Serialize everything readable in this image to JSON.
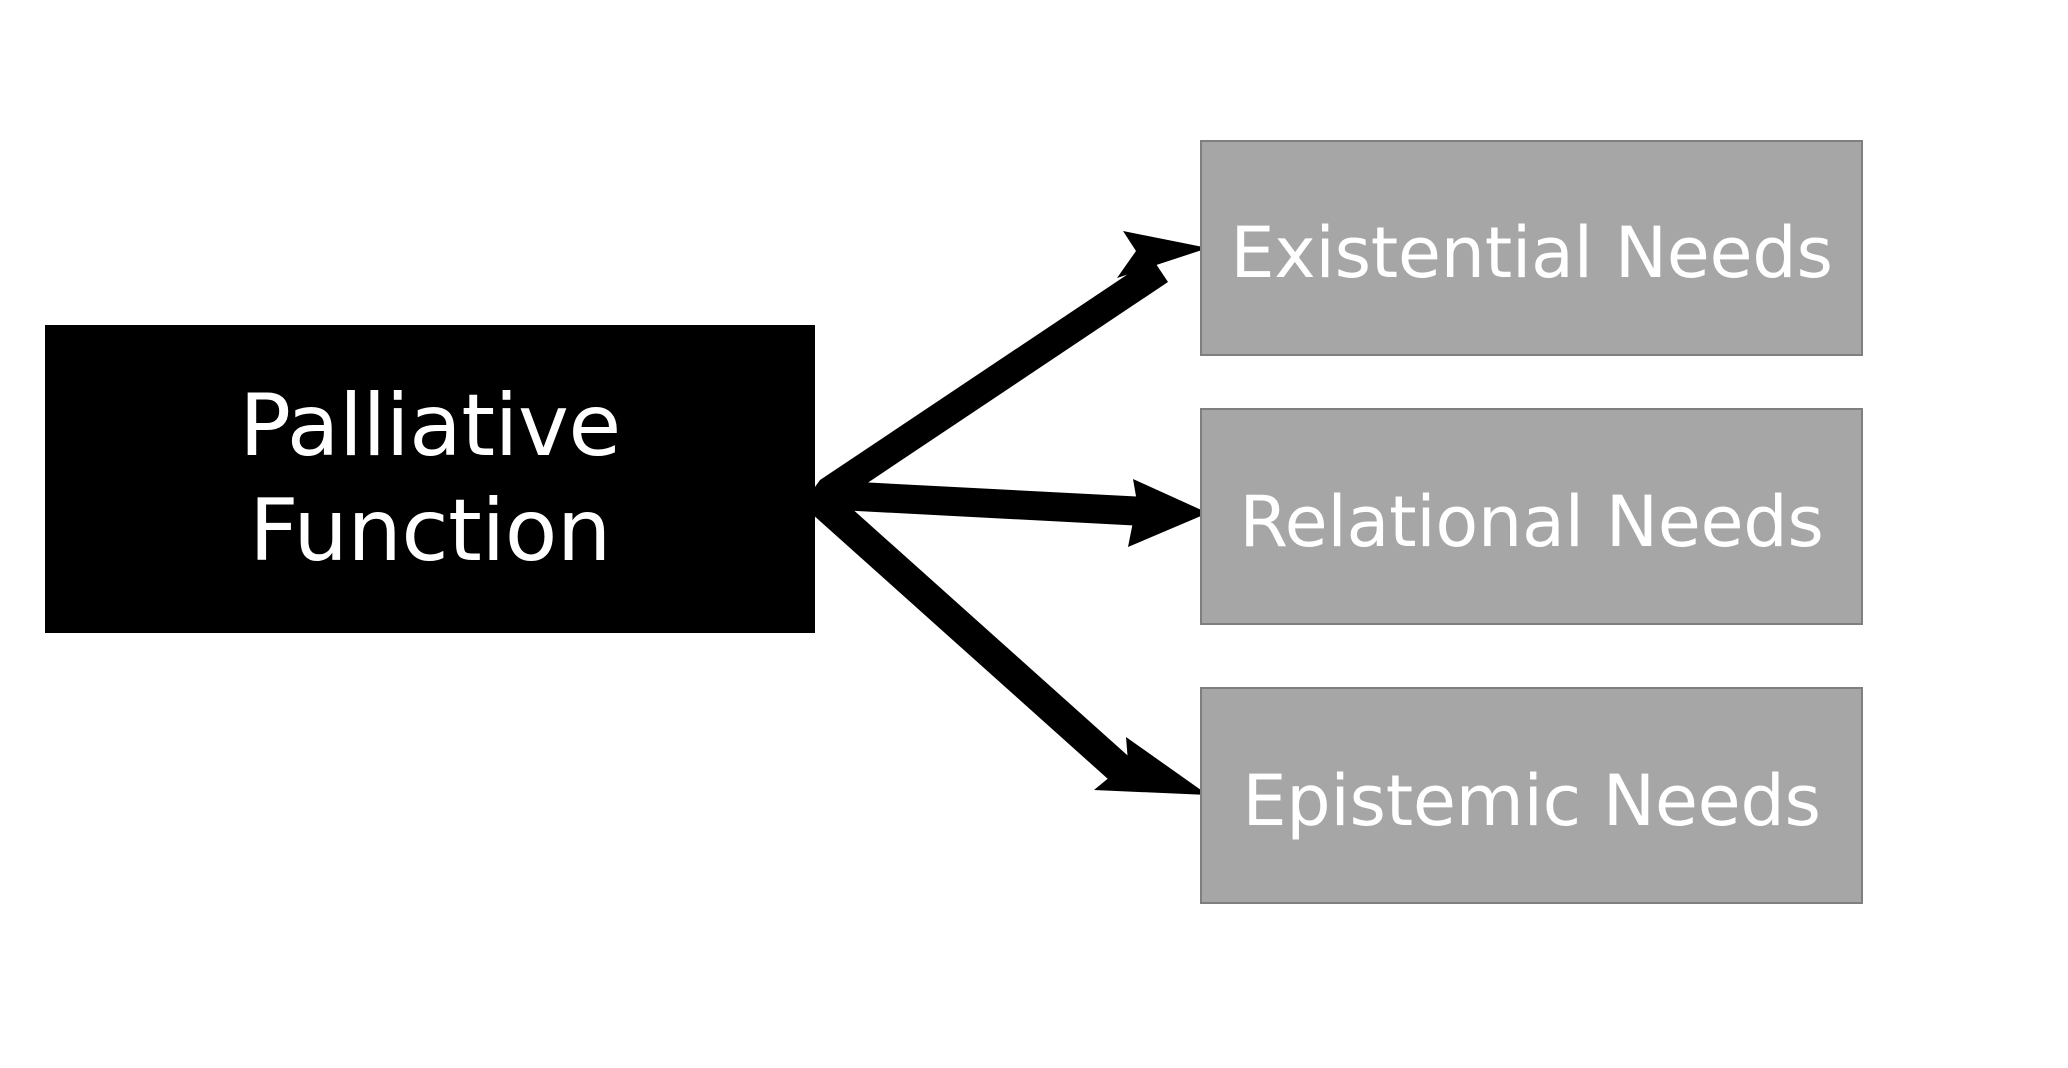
{
  "diagram": {
    "title_text": "Palliative Function",
    "background_color": "#FFFFFF",
    "source_node": {
      "label": "Palliative Function",
      "line_1": "Palliative",
      "line_2": "Function",
      "fill_color": "#000000",
      "text_color": "#FFFFFF"
    },
    "target_nodes": [
      {
        "label": "Existential Needs",
        "fill_color": "#A6A6A6",
        "border_color": "#7F7F7F",
        "text_color": "#FFFFFF"
      },
      {
        "label": "Relational Needs",
        "fill_color": "#A6A6A6",
        "border_color": "#7F7F7F",
        "text_color": "#FFFFFF"
      },
      {
        "label": "Epistemic Needs",
        "fill_color": "#A6A6A6",
        "border_color": "#7F7F7F",
        "text_color": "#FFFFFF"
      }
    ],
    "connectors": [
      {
        "name": "arrow-to-existential-needs",
        "from": "Palliative Function",
        "to": "Existential Needs",
        "style": "solid-arrow",
        "color": "#000000"
      },
      {
        "name": "arrow-to-relational-needs",
        "from": "Palliative Function",
        "to": "Relational Needs",
        "style": "solid-arrow",
        "color": "#000000"
      },
      {
        "name": "arrow-to-epistemic-needs",
        "from": "Palliative Function",
        "to": "Epistemic Needs",
        "style": "solid-arrow",
        "color": "#000000"
      }
    ]
  }
}
